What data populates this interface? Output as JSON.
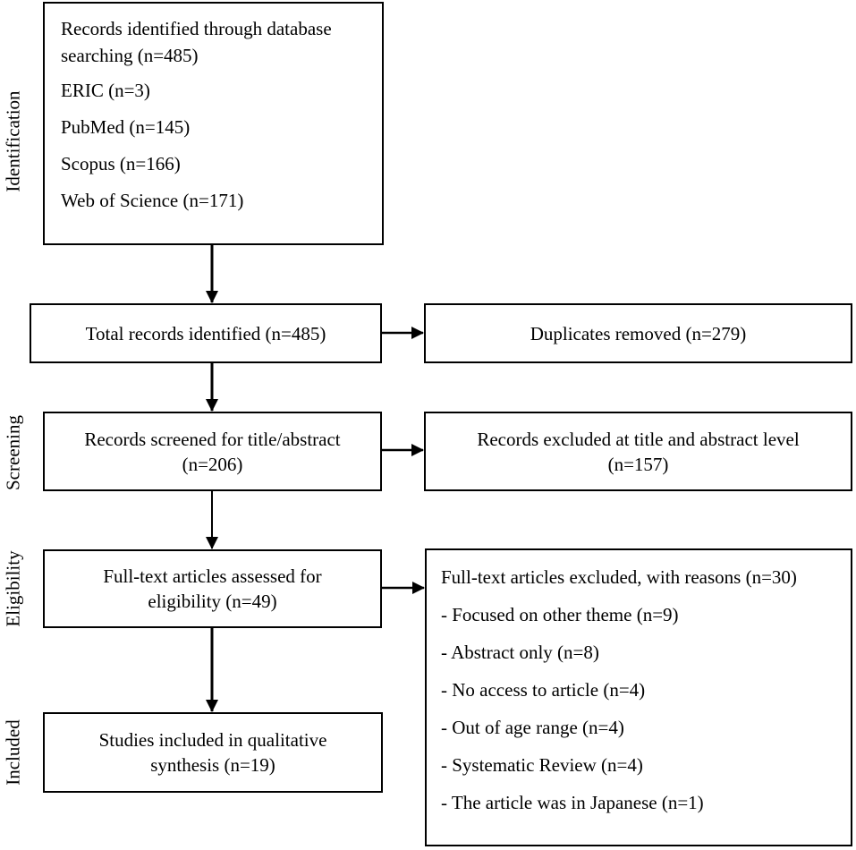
{
  "stages": {
    "identification": "Identification",
    "screening": "Screening",
    "eligibility": "Eligibility",
    "included": "Included"
  },
  "identification_box": {
    "lines": [
      "Records identified through database",
      "searching (n=485)",
      "ERIC (n=3)",
      "PubMed (n=145)",
      "Scopus (n=166)",
      "Web of Science (n=171)"
    ]
  },
  "total_records": "Total records identified (n=485)",
  "duplicates_removed": "Duplicates removed (n=279)",
  "screened": [
    "Records screened for title/abstract",
    "(n=206)"
  ],
  "excluded_title_abstract": [
    "Records excluded at title and abstract level",
    "(n=157)"
  ],
  "fulltext_assessed": [
    "Full-text articles assessed for",
    "eligibility (n=49)"
  ],
  "fulltext_excluded": {
    "title": "Full-text articles excluded, with reasons (n=30)",
    "reasons": [
      "- Focused on other theme (n=9)",
      "- Abstract only (n=8)",
      "- No access to article (n=4)",
      "- Out of age range (n=4)",
      "- Systematic Review (n=4)",
      "- The article was in Japanese (n=1)"
    ]
  },
  "included_studies": [
    "Studies included in qualitative",
    "synthesis (n=19)"
  ]
}
